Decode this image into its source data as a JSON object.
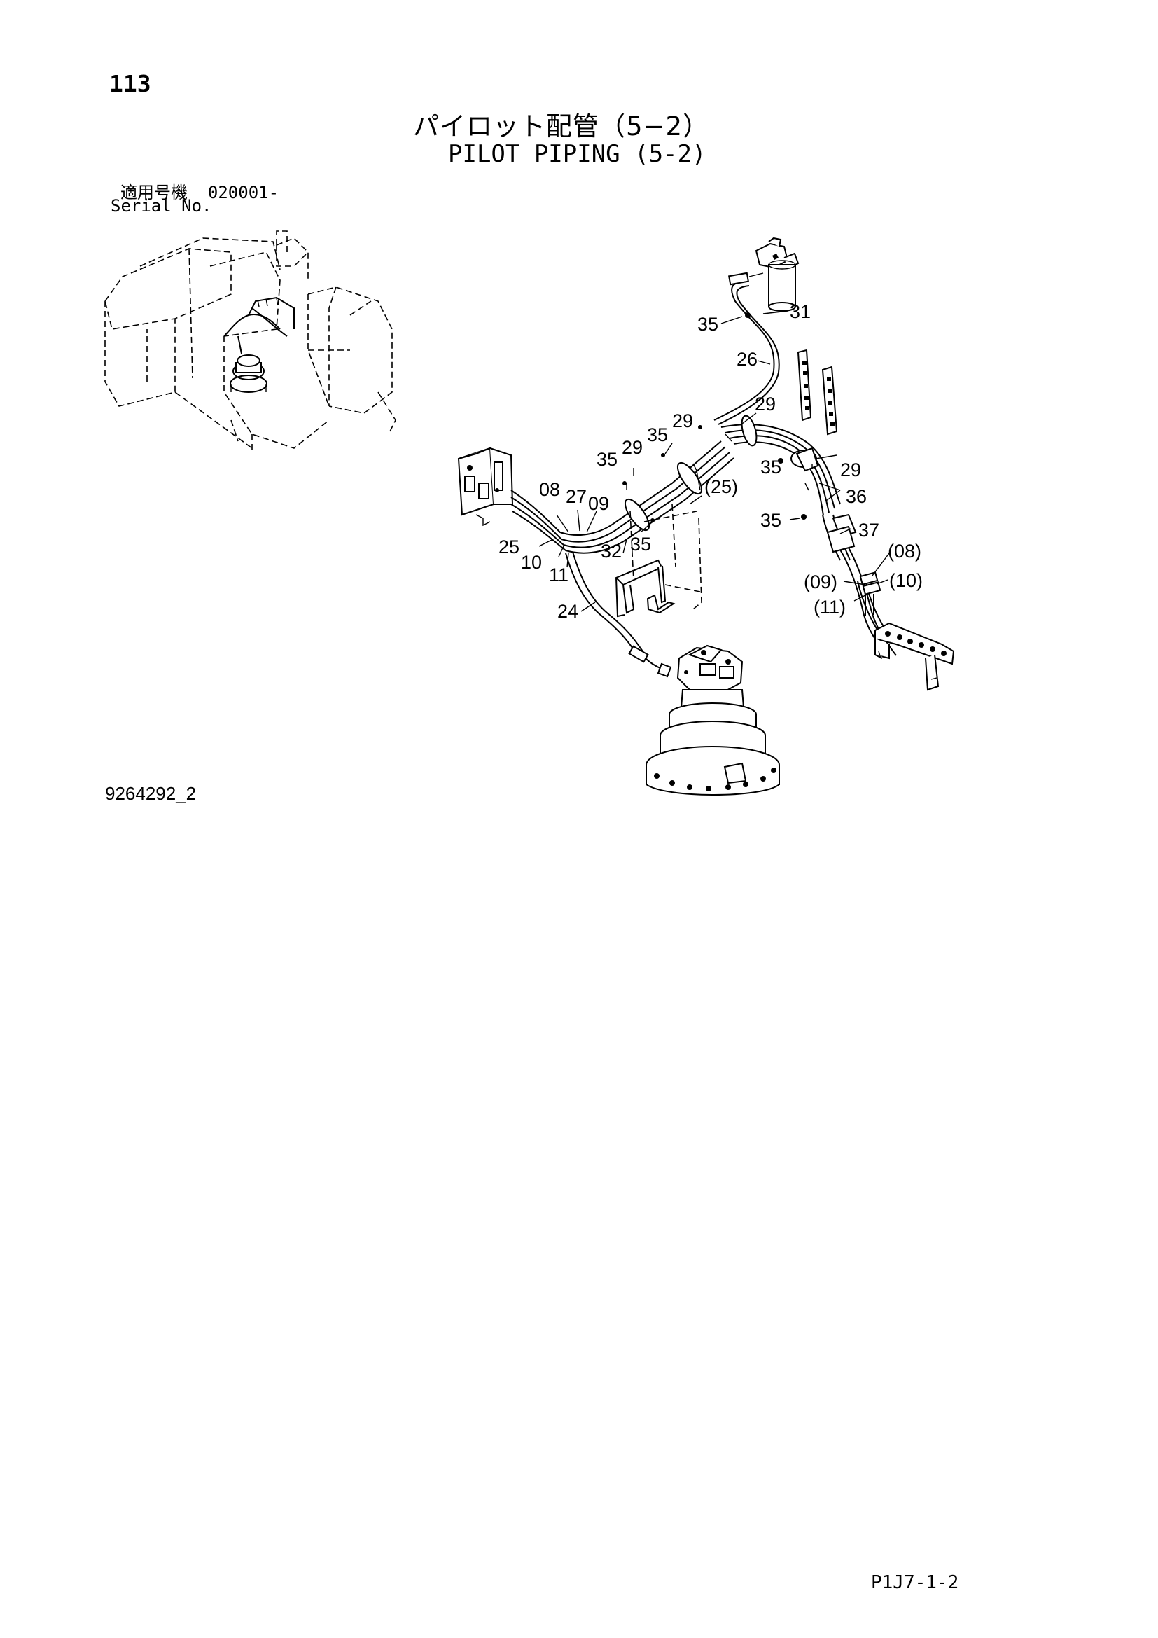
{
  "page_number": "113",
  "title_jp": "パイロット配管（5−2）",
  "title_en": "PILOT PIPING (5-2)",
  "serial_label_jp": "適用号機",
  "serial_value": "020001-",
  "serial_label_en": "Serial No.",
  "drawing_code": "9264292_2",
  "sheet_ref": "P1J7-1-2",
  "callouts": {
    "c35_top": "35",
    "c31": "31",
    "c26": "26",
    "c29_mid": "29",
    "c29_a": "29",
    "c35_a": "35",
    "c29_b": "29",
    "c35_b": "35",
    "c08": "08",
    "c27": "27",
    "c09": "09",
    "c25p": "(25)",
    "c25": "25",
    "c10": "10",
    "c11": "11",
    "c32": "32",
    "c35_c": "35",
    "c24": "24",
    "c35_d": "35",
    "c29_c": "29",
    "c36": "36",
    "c35_e": "35",
    "c37": "37",
    "c08p": "(08)",
    "c09p": "(09)",
    "c10p": "(10)",
    "c11p": "(11)"
  }
}
